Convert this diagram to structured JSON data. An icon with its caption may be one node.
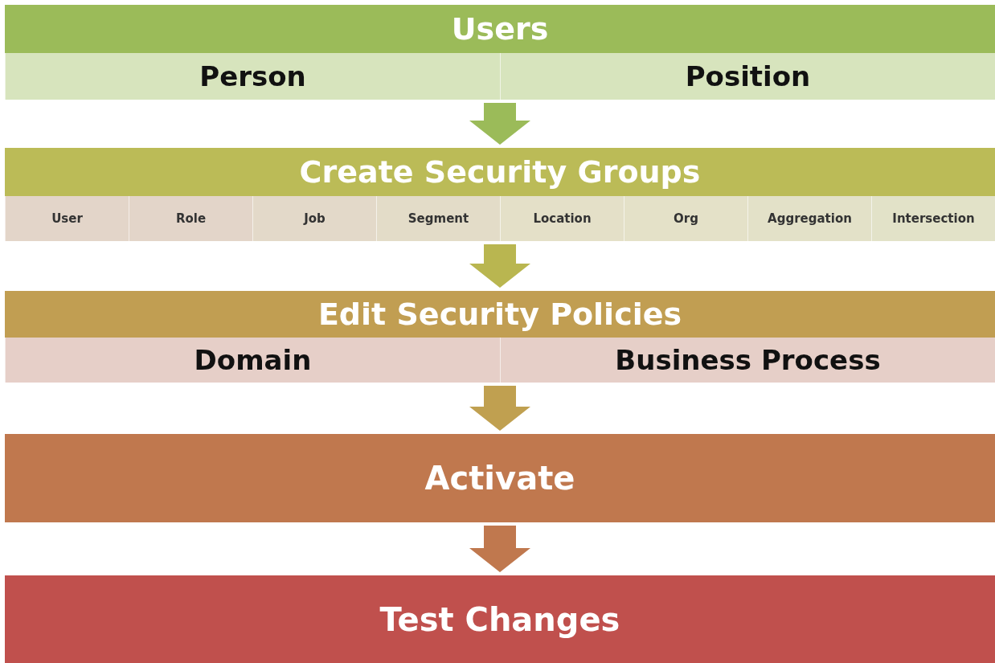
{
  "diagram": {
    "nodes": [
      {
        "text": [
          "Users"
        ]
      },
      {
        "text": [
          "Person"
        ]
      },
      {
        "text": [
          "Position"
        ]
      },
      {
        "text": [
          "Create Security Groups"
        ]
      },
      {
        "text": [
          "User"
        ]
      },
      {
        "text": [
          "Role"
        ]
      },
      {
        "text": [
          "Job"
        ]
      },
      {
        "text": [
          "Segment"
        ]
      },
      {
        "text": [
          "Location"
        ]
      },
      {
        "text": [
          "Org"
        ]
      },
      {
        "text": [
          "Aggregation"
        ]
      },
      {
        "text": [
          "Intersection"
        ]
      },
      {
        "text": [
          "Edit Security Policies"
        ]
      },
      {
        "text": [
          "Domain"
        ]
      },
      {
        "text": [
          "Business Process"
        ]
      },
      {
        "text": [
          "Activate"
        ]
      },
      {
        "text": [
          "Test Changes"
        ]
      }
    ],
    "edges": [
      {
        "from": 0,
        "to": 3,
        "arrow": "to",
        "color": "#9bbb59"
      },
      {
        "from": 3,
        "to": 12,
        "arrow": "to",
        "color": "#b9b650"
      },
      {
        "from": 12,
        "to": 15,
        "arrow": "to",
        "color": "#c0a050"
      },
      {
        "from": 15,
        "to": 16,
        "arrow": "to",
        "color": "#c0784e"
      }
    ]
  }
}
